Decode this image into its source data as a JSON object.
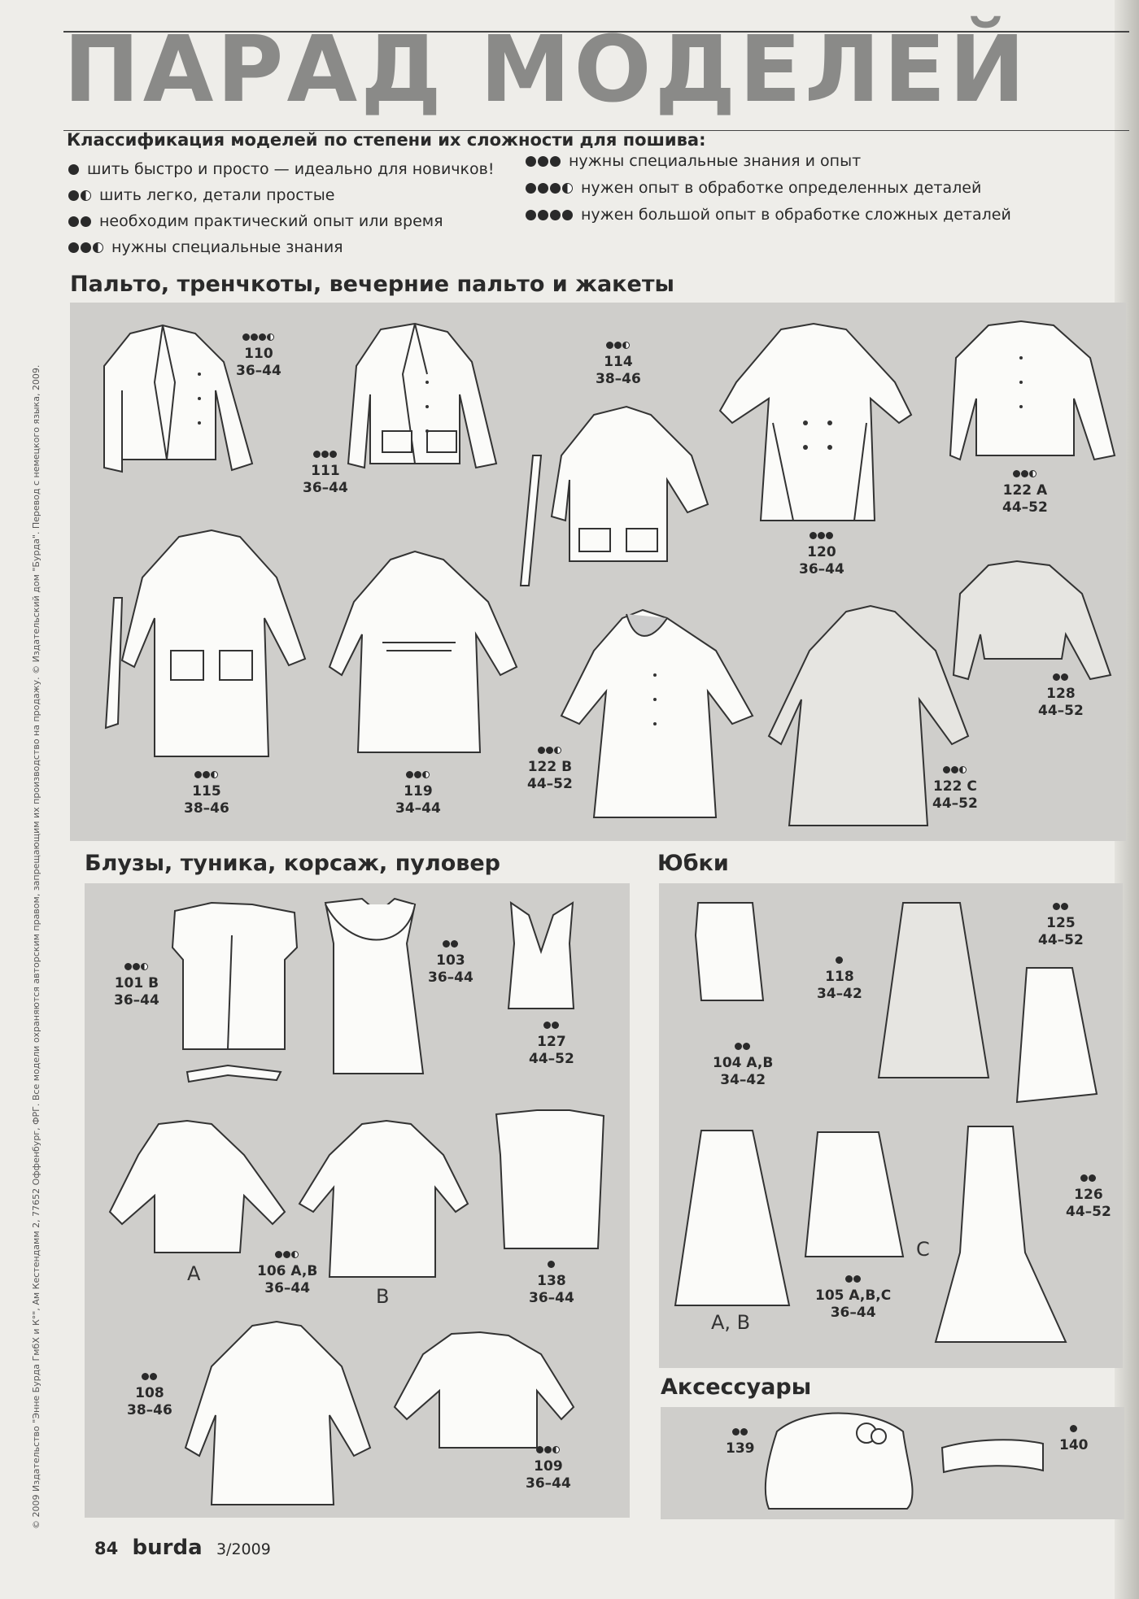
{
  "title": "ПАРАД МОДЕЛЕЙ",
  "classification": {
    "heading": "Классификация моделей по степени их сложности для пошива:",
    "levels": [
      {
        "dots": "1",
        "text": "шить быстро и просто — идеально для новичков!"
      },
      {
        "dots": "1.5",
        "text": "шить легко, детали простые"
      },
      {
        "dots": "2",
        "text": "необходим практический опыт или время"
      },
      {
        "dots": "2.5",
        "text": "нужны специальные знания"
      },
      {
        "dots": "3",
        "text": "нужны специальные знания и опыт"
      },
      {
        "dots": "3.5",
        "text": "нужен опыт в обработке определенных деталей"
      },
      {
        "dots": "4",
        "text": "нужен большой опыт в обработке сложных деталей"
      }
    ]
  },
  "sections": {
    "coats": "Пальто, тренчкоты, вечерние пальто и жакеты",
    "blouses": "Блузы, туника, корсаж, пуловер",
    "skirts": "Юбки",
    "accessories": "Аксессуары"
  },
  "items": {
    "m110": {
      "num": "110",
      "size": "36–44"
    },
    "m111": {
      "num": "111",
      "size": "36–44"
    },
    "m114": {
      "num": "114",
      "size": "38–46"
    },
    "m120": {
      "num": "120",
      "size": "36–44"
    },
    "m122a": {
      "num": "122 A",
      "size": "44–52"
    },
    "m115": {
      "num": "115",
      "size": "38–46"
    },
    "m119": {
      "num": "119",
      "size": "34–44"
    },
    "m122b": {
      "num": "122 B",
      "size": "44–52"
    },
    "m122c": {
      "num": "122 C",
      "size": "44–52"
    },
    "m128": {
      "num": "128",
      "size": "44–52"
    },
    "m101b": {
      "num": "101 B",
      "size": "36–44"
    },
    "m103": {
      "num": "103",
      "size": "36–44"
    },
    "m127": {
      "num": "127",
      "size": "44–52"
    },
    "m106": {
      "num": "106 A,B",
      "size": "36–44"
    },
    "m138": {
      "num": "138",
      "size": "36–44"
    },
    "m108": {
      "num": "108",
      "size": "38–46"
    },
    "m109": {
      "num": "109",
      "size": "36–44"
    },
    "m118": {
      "num": "118",
      "size": "34–42"
    },
    "m125": {
      "num": "125",
      "size": "44–52"
    },
    "m104": {
      "num": "104 A,B",
      "size": "34–42"
    },
    "m105": {
      "num": "105 A,B,C",
      "size": "36–44"
    },
    "m126": {
      "num": "126",
      "size": "44–52"
    },
    "m139": {
      "num": "139",
      "size": ""
    },
    "m140": {
      "num": "140",
      "size": ""
    }
  },
  "letters": {
    "a": "A",
    "b": "B",
    "ab": "A, B",
    "c": "C"
  },
  "copyright": "© 2009 Издательство \"Энне Бурда ГмбХ и К°\", Ам Кестендамм 2, 77652 Оффенбург, ФРГ. Все модели охраняются авторским правом, запрещающим их производство на продажу. © Издательский дом \"Бурда\". Перевод с немецкого языка, 2009.",
  "footer": {
    "page": "84",
    "brand": "burda",
    "issue": "3/2009"
  }
}
